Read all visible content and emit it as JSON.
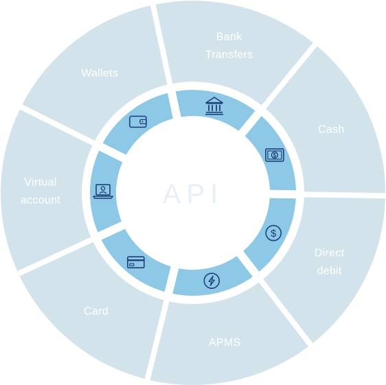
{
  "center": {
    "label": "API"
  },
  "segments": [
    {
      "label_lines": [
        "Bank",
        "Transfers"
      ],
      "icon": "bank-icon"
    },
    {
      "label_lines": [
        "Cash"
      ],
      "icon": "banknote-icon"
    },
    {
      "label_lines": [
        "Direct",
        "debit"
      ],
      "icon": "dollar-coin-icon"
    },
    {
      "label_lines": [
        "APMS"
      ],
      "icon": "lightning-icon"
    },
    {
      "label_lines": [
        "Card"
      ],
      "icon": "credit-card-icon"
    },
    {
      "label_lines": [
        "Virtual",
        "account"
      ],
      "icon": "laptop-user-icon"
    },
    {
      "label_lines": [
        "Wallets"
      ],
      "icon": "wallet-icon"
    }
  ],
  "colors": {
    "outer_segment": "#d3e3ec",
    "inner_segment": "#8dc8e6",
    "icon_stroke": "#1e3f7a",
    "label": "#ffffff",
    "center_text": "#e6f0f8"
  }
}
